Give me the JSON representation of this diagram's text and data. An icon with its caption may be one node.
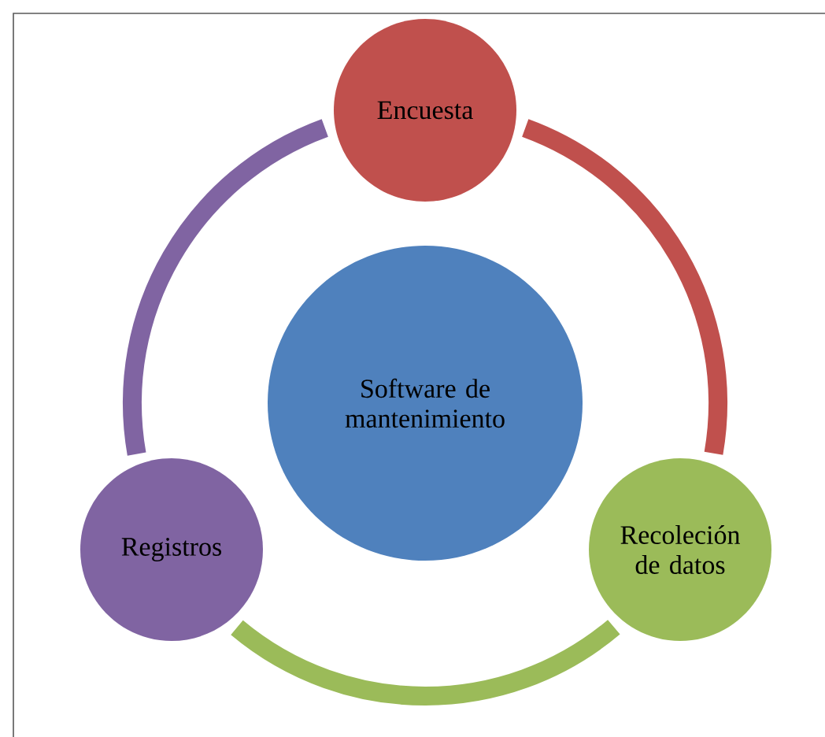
{
  "diagram": {
    "nodes": [
      {
        "text": [
          "Encuesta"
        ]
      },
      {
        "text": [
          "Software de mantenimiento"
        ]
      },
      {
        "text": [
          "Registros"
        ]
      },
      {
        "text": [
          "Recoleción de datos"
        ]
      }
    ],
    "edges": [
      {
        "from": 0,
        "to": 3,
        "arrow": "none",
        "color": "#c0504d"
      },
      {
        "from": 3,
        "to": 2,
        "arrow": "none",
        "color": "#9bbb59"
      },
      {
        "from": 2,
        "to": 0,
        "arrow": "none",
        "color": "#8064a2"
      }
    ]
  }
}
